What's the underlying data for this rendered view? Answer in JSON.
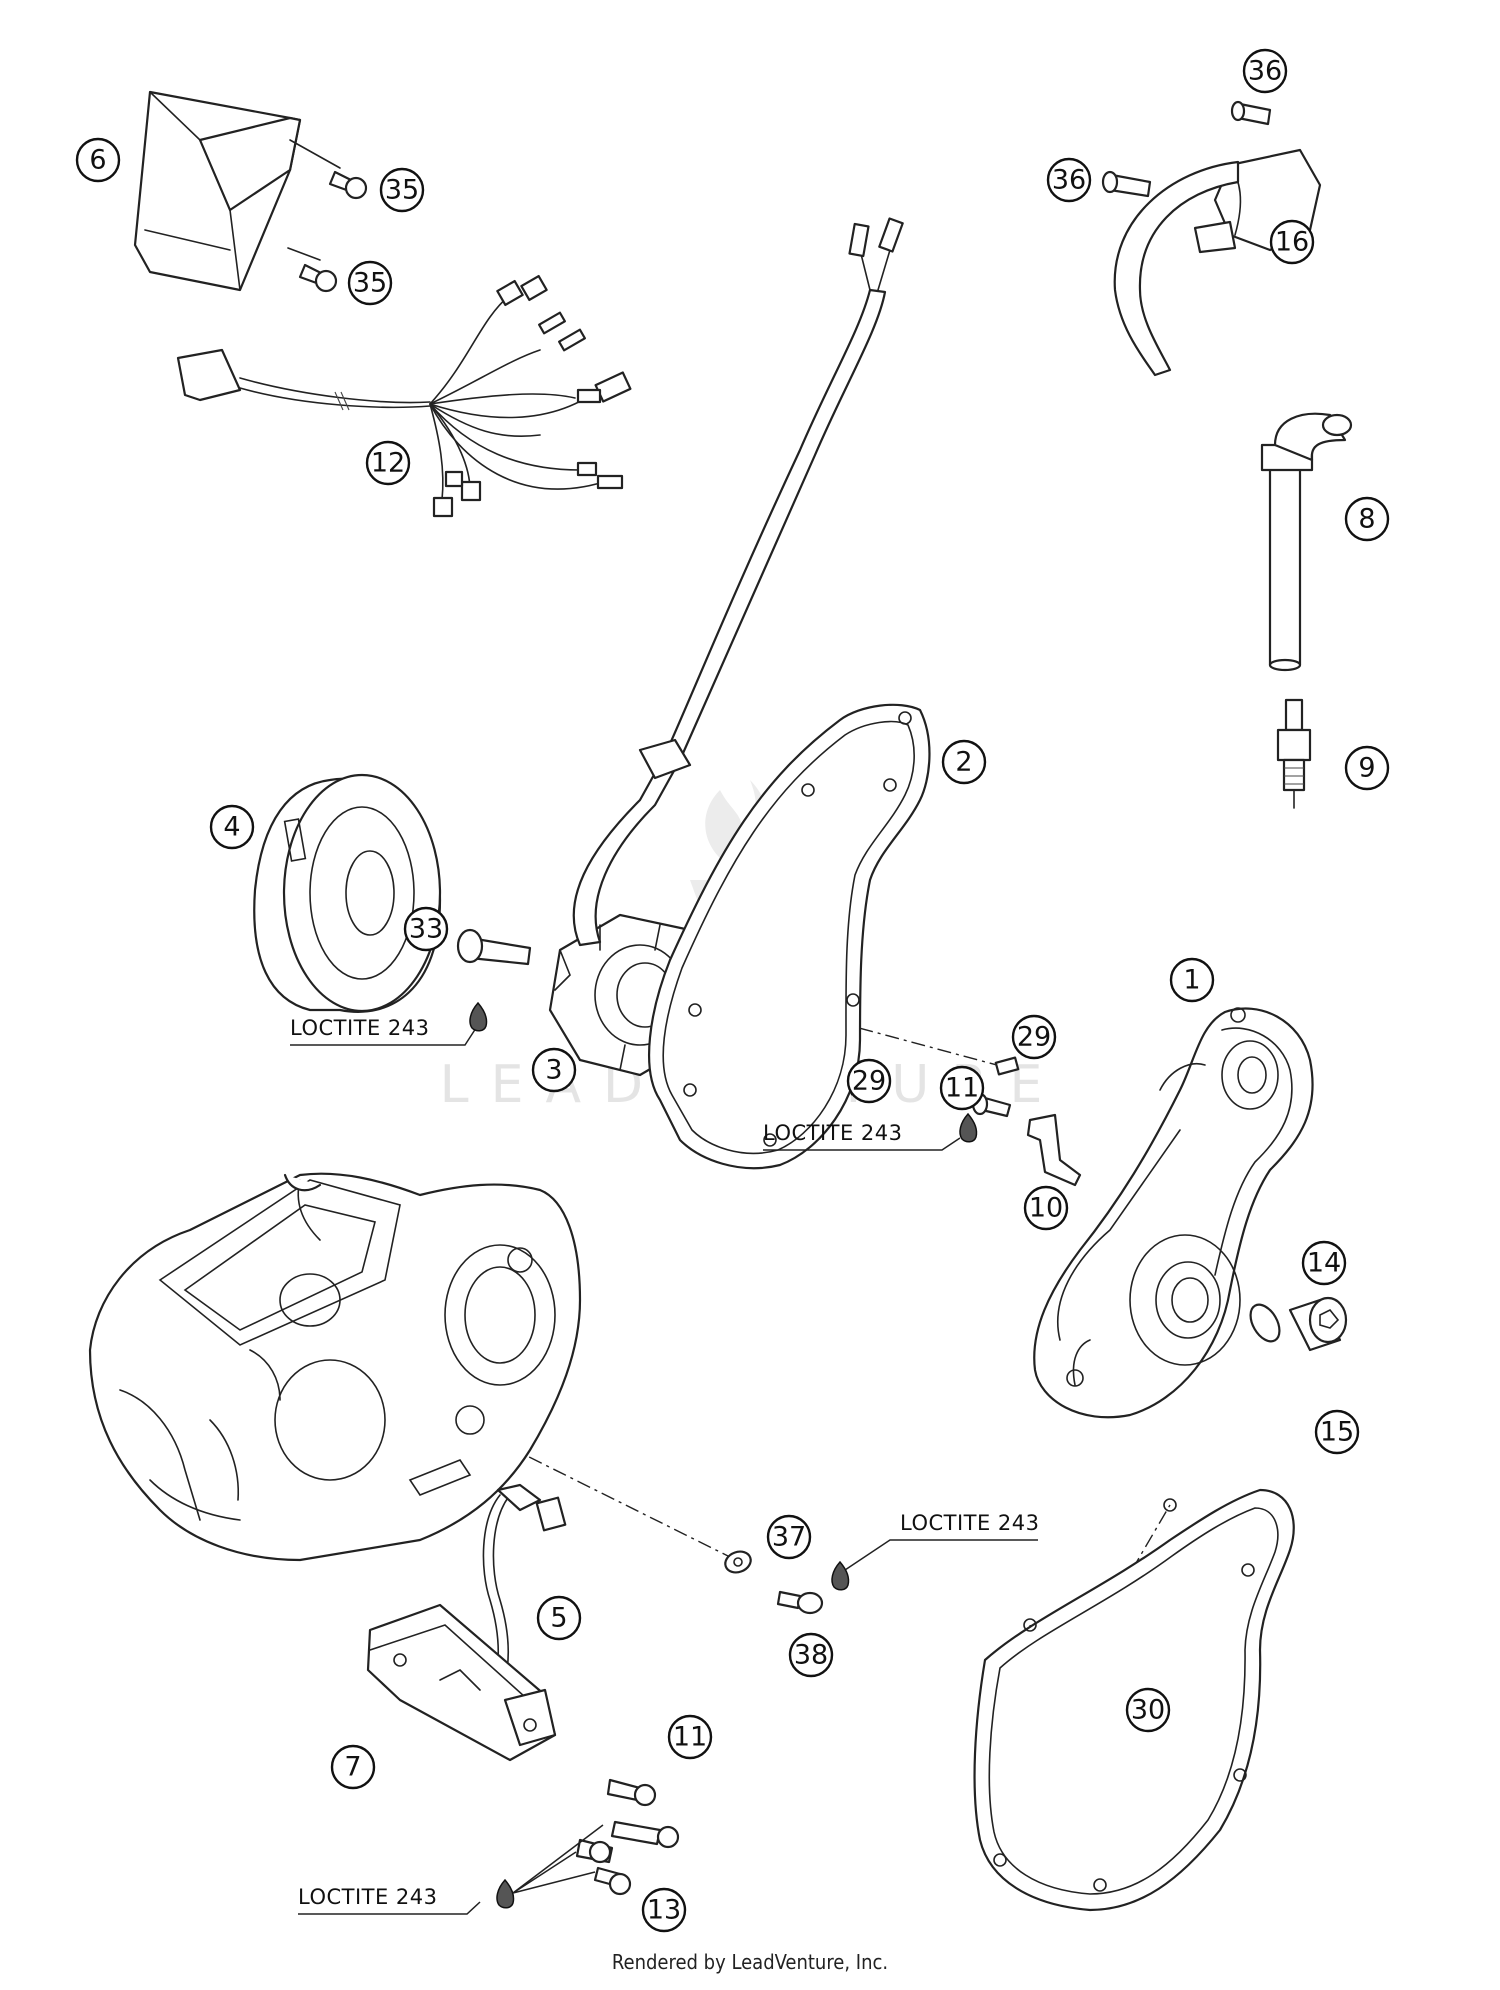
{
  "diagram": {
    "callouts": [
      {
        "n": "1"
      },
      {
        "n": "2"
      },
      {
        "n": "3"
      },
      {
        "n": "4"
      },
      {
        "n": "5"
      },
      {
        "n": "6"
      },
      {
        "n": "7"
      },
      {
        "n": "8"
      },
      {
        "n": "9"
      },
      {
        "n": "10"
      },
      {
        "n": "11"
      },
      {
        "n": "11"
      },
      {
        "n": "12"
      },
      {
        "n": "13"
      },
      {
        "n": "14"
      },
      {
        "n": "15"
      },
      {
        "n": "16"
      },
      {
        "n": "29"
      },
      {
        "n": "29"
      },
      {
        "n": "30"
      },
      {
        "n": "33"
      },
      {
        "n": "35"
      },
      {
        "n": "35"
      },
      {
        "n": "36"
      },
      {
        "n": "36"
      },
      {
        "n": "37"
      },
      {
        "n": "38"
      }
    ],
    "loctite_label": "LOCTITE 243",
    "watermark": "LEADVENTURE",
    "footer": "Rendered by LeadVenture, Inc."
  }
}
